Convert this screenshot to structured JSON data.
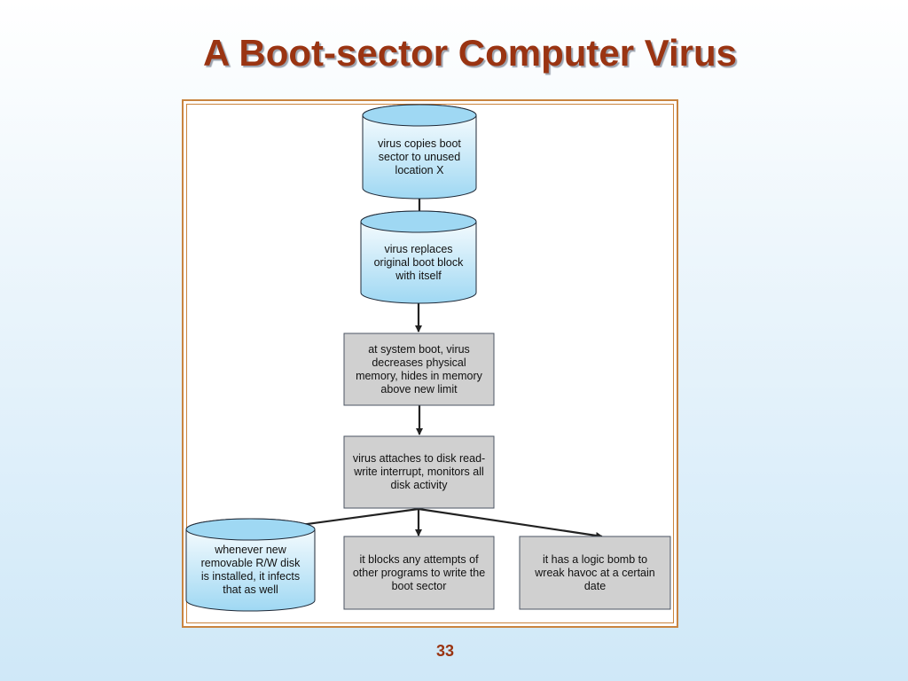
{
  "title": "A Boot-sector Computer Virus",
  "page_number": "33",
  "colors": {
    "title": "#9a3412",
    "frame_border": "#c9843f",
    "cylinder_fill_top": "#ffffff",
    "cylinder_fill_bottom": "#9fd8f3",
    "box_fill": "#d0d0d0",
    "arrow": "#222222"
  },
  "diagram": {
    "nodes": [
      {
        "id": "copy",
        "shape": "cylinder",
        "text": "virus copies boot sector to unused location X"
      },
      {
        "id": "replace",
        "shape": "cylinder",
        "text": "virus replaces original boot block with itself"
      },
      {
        "id": "boot",
        "shape": "box",
        "text": "at system boot, virus decreases physical memory, hides in memory above new limit"
      },
      {
        "id": "attach",
        "shape": "box",
        "text": "virus attaches to disk read-write interrupt, monitors all disk activity"
      },
      {
        "id": "infect",
        "shape": "cylinder",
        "text": "whenever new removable R/W disk is installed, it infects that as well"
      },
      {
        "id": "block",
        "shape": "box",
        "text": "it blocks any attempts of other programs to write the boot sector"
      },
      {
        "id": "bomb",
        "shape": "box",
        "text": "it has a logic bomb to wreak havoc at a certain date"
      }
    ],
    "edges": [
      {
        "from": "copy",
        "to": "replace"
      },
      {
        "from": "replace",
        "to": "boot"
      },
      {
        "from": "boot",
        "to": "attach"
      },
      {
        "from": "attach",
        "to": "infect"
      },
      {
        "from": "attach",
        "to": "block"
      },
      {
        "from": "attach",
        "to": "bomb"
      }
    ]
  }
}
